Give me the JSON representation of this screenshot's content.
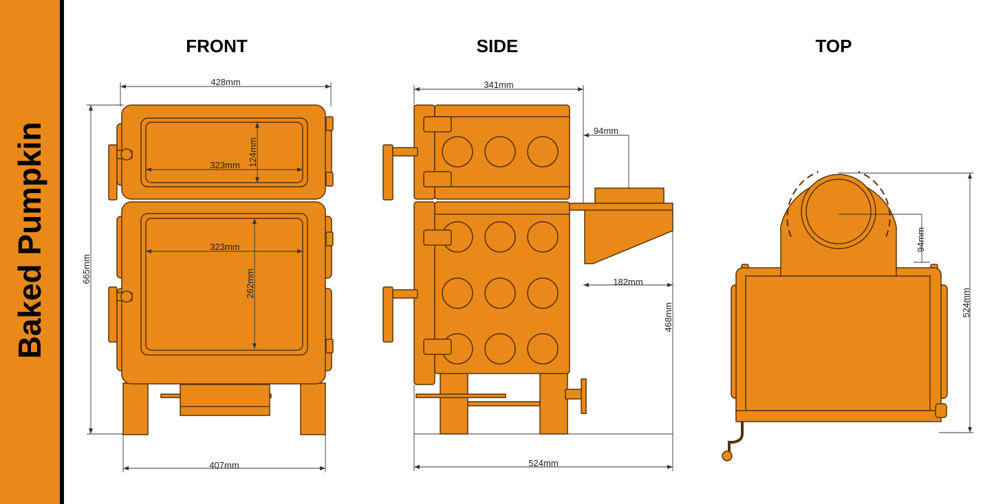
{
  "title": "Baked Pumpkin",
  "colors": {
    "body": "#e8891a",
    "outline": "#5a3206",
    "dim": "#333333",
    "rule": "#000000"
  },
  "views": {
    "front": {
      "label": "FRONT",
      "dims": {
        "width_top": "428mm",
        "height_total": "665mm",
        "inner_top_w": "323mm",
        "inner_top_h": "124mm",
        "inner_bot_w": "323mm",
        "inner_bot_h": "262mm",
        "width_base": "407mm"
      }
    },
    "side": {
      "label": "SIDE",
      "dims": {
        "depth_top": "341mm",
        "flue_h": "94mm",
        "shelf": "182mm",
        "height": "468mm",
        "depth_total": "524mm"
      }
    },
    "top": {
      "label": "TOP",
      "dims": {
        "flue_offset": "94mm",
        "depth": "524mm"
      }
    }
  }
}
